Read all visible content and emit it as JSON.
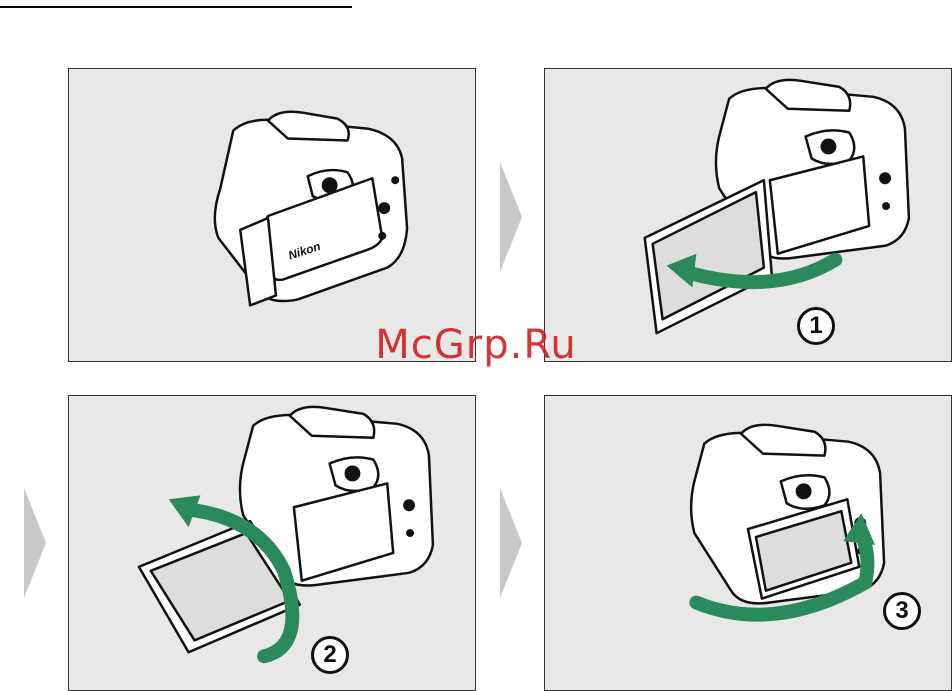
{
  "watermark": "McGrp.Ru",
  "brand_label": "Nikon",
  "steps": [
    "1",
    "2",
    "3"
  ],
  "colors": {
    "panel_bg": "#e8e8e8",
    "arrow_green": "#2a8a5a",
    "watermark_red": "#d02020",
    "chevron_gray": "#c8c8c8"
  },
  "icons": [
    "camera-closed-monitor-icon",
    "camera-monitor-swung-out-icon",
    "camera-monitor-rotated-icon",
    "camera-monitor-facing-out-icon",
    "curved-arrow-icon",
    "chevron-right-icon"
  ]
}
